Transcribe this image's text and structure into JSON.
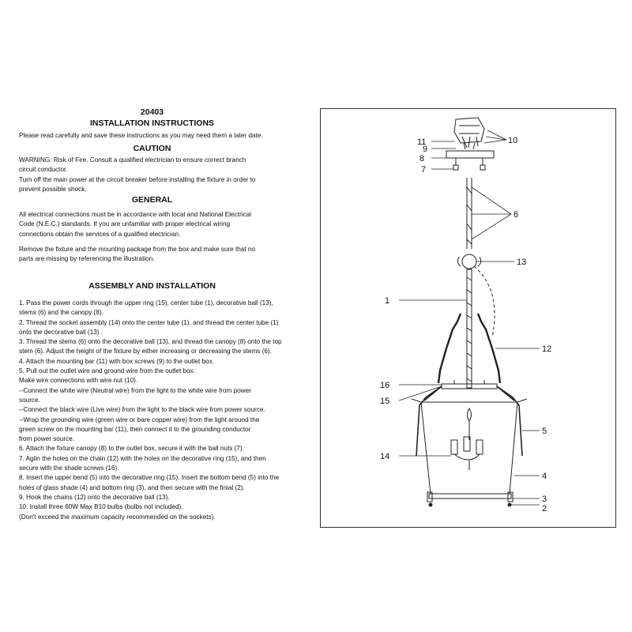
{
  "document": {
    "number": "20403",
    "title": "INSTALLATION INSTRUCTIONS",
    "intro": "Please read carefully and save these instructions as you may need them a later date.",
    "caution": {
      "heading": "CAUTION",
      "text": "WARNING:  Risk of Fire.  Consult a qualified electrician to ensure correct branch\ncircuit conductor.\nTurn off the main power at the circuit breaker before installing the fixture in order to\nprevent possible shock."
    },
    "general": {
      "heading": "GENERAL",
      "paragraph1": "All electrical connections must be in accordance with local and National Electrical\nCode (N.E.C.) standards.  If you are unfamiliar with proper electrical wiring\nconnections obtain the services of a qualified electrician.",
      "paragraph2": "Remove the fixture and the mounting package from the box and make sure that no\nparts are missing by referencing the illustration."
    },
    "assembly": {
      "heading": "ASSEMBLY AND INSTALLATION",
      "steps": "1. Pass the power cords through the upper ring (15), center tube (1), decorative ball (13),\n    stems (6) and the canopy (8).\n2. Thread the socket assembly (14) onto the center tube (1), and thread the center tube (1)\n    onto the decorative ball (13) .\n3. Thread the stems (6) onto the decorative ball (13), and thread the canopy (8) onto the top\n    stem (6). Adjust the height of the fixture by either increasing or decreasing the stems (6).\n4. Attach the mounting bar (11) with box screws (9) to the outlet box.\n5. Pull out the outlet wire and ground wire from the outlet box.\n    Make wire connections with wire nut (10).\n    --Connect the white wire (Neutral wire)  from the light to the white wire from power\n        source.\n    --Connect the black wire (Live wire) from the light to the black wire from power source.\n    --Wrap the grounding wire (green wire or bare copper wire) from the light around the\n        green screw on the mounting bar (11), then connect it to the grounding conductor\n        from power source.\n6. Attach the fixture canopy (8) to the outlet box, secure it with the ball nuts (7).\n7. Aglin the holes on the chain (12) with the holes on the decorative ring (15), and then\n    secure with the shade screws (16).\n8. Insert the upper bend (5) into the decorative ring (15). Insert the bottom bend (5) into the\n    holes of glass shade (4) and bottom ring (3), and then secure with the finial (2).\n9. Hook the chains (12) onto the decorative ball (13).\n10. Install three 60W Max B10 bulbs (bulbs not included).\n  (Don't exceed the maximum capacity recommended on the sockets)."
    }
  },
  "diagram": {
    "callouts": {
      "c11": "11",
      "c9": "9",
      "c8": "8",
      "c7": "7",
      "c10": "10",
      "c6": "6",
      "c13": "13",
      "c1": "1",
      "c12": "12",
      "c16": "16",
      "c15": "15",
      "c5": "5",
      "c14": "14",
      "c4": "4",
      "c3": "3",
      "c2": "2"
    }
  }
}
